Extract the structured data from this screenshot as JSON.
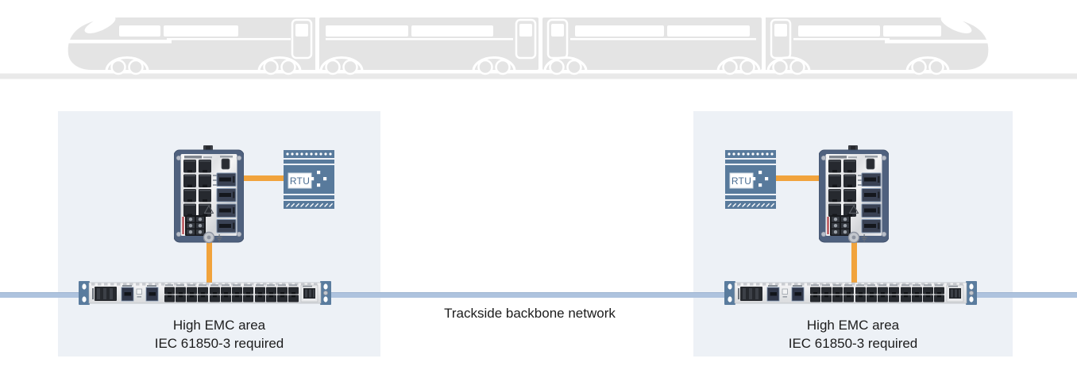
{
  "backbone": {
    "label": "Trackside backbone network",
    "line_color": "#aec3de"
  },
  "emc_areas": [
    {
      "label_line1": "High EMC area",
      "label_line2": "IEC 61850-3 required",
      "rtu_label": "RTU"
    },
    {
      "label_line1": "High EMC area",
      "label_line2": "IEC 61850-3 required",
      "rtu_label": "RTU"
    }
  ],
  "icons": {
    "train": "high-speed-train-silhouette",
    "din_switch": "din-rail-ethernet-switch",
    "rack_switch": "rackmount-ethernet-switch",
    "rtu": "rtu-device"
  },
  "colors": {
    "emc_box_bg": "#edf1f6",
    "cable_orange": "#f1a33c",
    "device_blue": "#587a9c",
    "switch_frame_blue": "#4f617e",
    "train_gray": "#e4e4e4",
    "track_gray": "#e9e9e9"
  }
}
